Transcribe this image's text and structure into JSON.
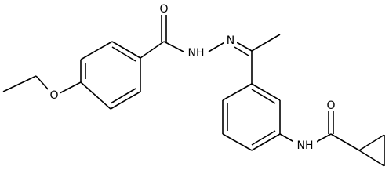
{
  "molecule": {
    "atoms": {
      "o_carbonyl_top": "O",
      "nh_hydrazide": "NH",
      "n_imine": "N",
      "o_ether": "O",
      "nh_amide": "NH",
      "o_carbonyl_bottom": "O"
    },
    "colors": {
      "bond": "#000000",
      "label": "#000000",
      "background": "#ffffff"
    }
  }
}
